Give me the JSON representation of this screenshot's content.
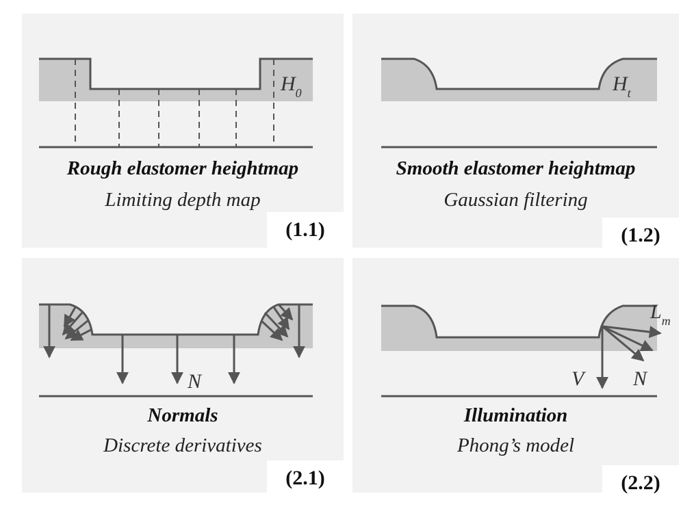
{
  "panels": [
    {
      "title": "Rough elastomer heightmap",
      "subtitle": "Limiting depth map",
      "badge": "(1.1)",
      "symbol": "H",
      "symbol_sub": "0"
    },
    {
      "title": "Smooth elastomer heightmap",
      "subtitle": "Gaussian filtering",
      "badge": "(1.2)",
      "symbol": "H",
      "symbol_sub": "t"
    },
    {
      "title": "Normals",
      "subtitle": "Discrete derivatives",
      "badge": "(2.1)",
      "symbol": "N"
    },
    {
      "title": "Illumination",
      "subtitle": "Phong’s model",
      "badge": "(2.2)",
      "symbols": {
        "light": "L",
        "light_sub": "m",
        "view": "V",
        "normal": "N"
      }
    }
  ],
  "colors": {
    "panel_bg": "#f2f2f2",
    "fill": "#c8c8c8",
    "stroke": "#555555"
  }
}
